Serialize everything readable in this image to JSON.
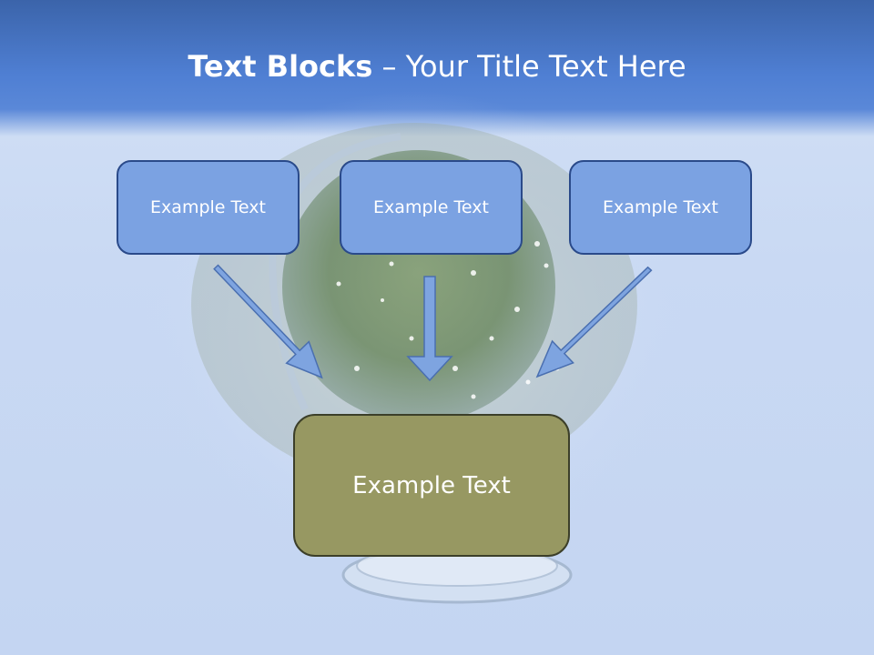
{
  "slide": {
    "title_bold": "Text Blocks",
    "title_dash": " – ",
    "title_rest": "Your Title Text Here"
  },
  "diagram": {
    "source_boxes": [
      {
        "label": "Example Text"
      },
      {
        "label": "Example Text"
      },
      {
        "label": "Example Text"
      }
    ],
    "target_box": {
      "label": "Example Text"
    }
  },
  "colors": {
    "header_blue": "#4f7fd3",
    "box_blue": "#7ba2e2",
    "box_olive": "#979862",
    "arrow_blue": "#7ea4e0"
  }
}
